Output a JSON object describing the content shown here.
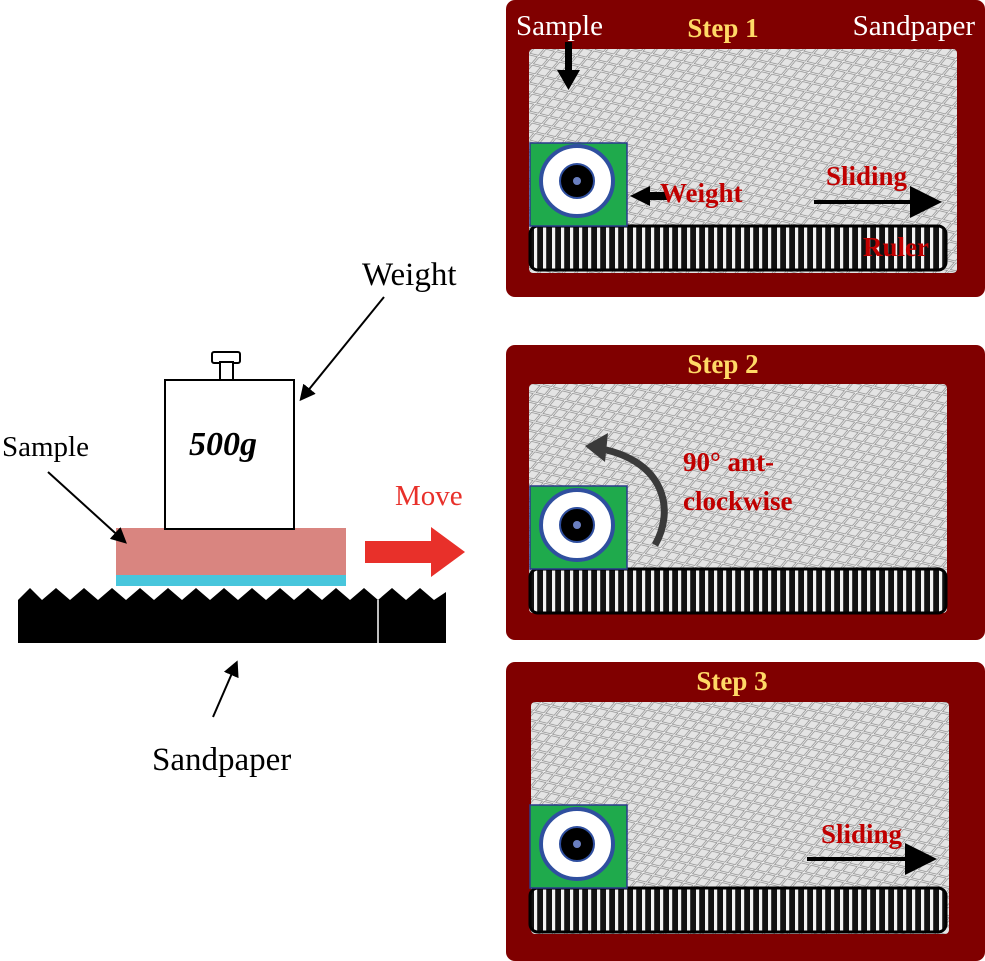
{
  "colors": {
    "panel_frame": "#800000",
    "step_title": "#ffd966",
    "red_label": "#c00000",
    "mesh_bg": "#e6e6e6",
    "mesh_line": "#8c8c8c",
    "weight_green": "#1faa4c",
    "weight_ring": "#2f4f9f",
    "sample_pink": "#d98580",
    "sample_blue": "#48c6dc",
    "move_arrow": "#e8302a"
  },
  "left": {
    "weight_label": "Weight",
    "mass_label": "500g",
    "sample_label": "Sample",
    "move_label": "Move",
    "sandpaper_label": "Sandpaper"
  },
  "steps": [
    {
      "title": "Step 1",
      "sample_label": "Sample",
      "sandpaper_label": "Sandpaper",
      "weight_label": "Weight",
      "sliding_label": "Sliding",
      "ruler_label": "Ruler"
    },
    {
      "title": "Step 2",
      "rotation_line1": "90° ant-",
      "rotation_line2": "clockwise"
    },
    {
      "title": "Step 3",
      "sliding_label": "Sliding"
    }
  ]
}
